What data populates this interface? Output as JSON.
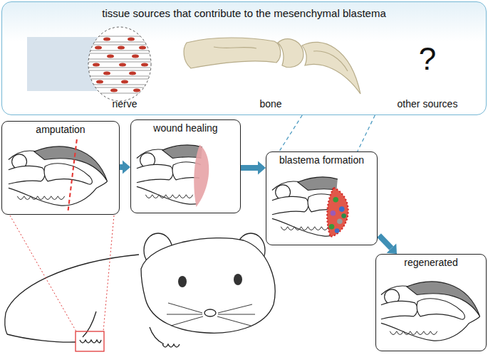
{
  "diagram": {
    "nodes": [
      {
        "text": [
          "tissue sources that contribute to the mesenchymal blastema"
        ]
      },
      {
        "text": [
          "amputation"
        ]
      },
      {
        "text": [
          "wound healing"
        ]
      },
      {
        "text": [
          "blastema formation"
        ]
      },
      {
        "text": [
          "regenerated"
        ]
      }
    ],
    "edges": [
      {
        "from": 1,
        "to": 2,
        "arrow": "to"
      },
      {
        "from": 2,
        "to": 3,
        "arrow": "to"
      },
      {
        "from": 3,
        "to": 4,
        "arrow": "to"
      },
      {
        "from": 0,
        "to": 3,
        "arrow": "none"
      }
    ],
    "labels": [
      "nerve",
      "bone",
      "?",
      "other sources"
    ]
  }
}
